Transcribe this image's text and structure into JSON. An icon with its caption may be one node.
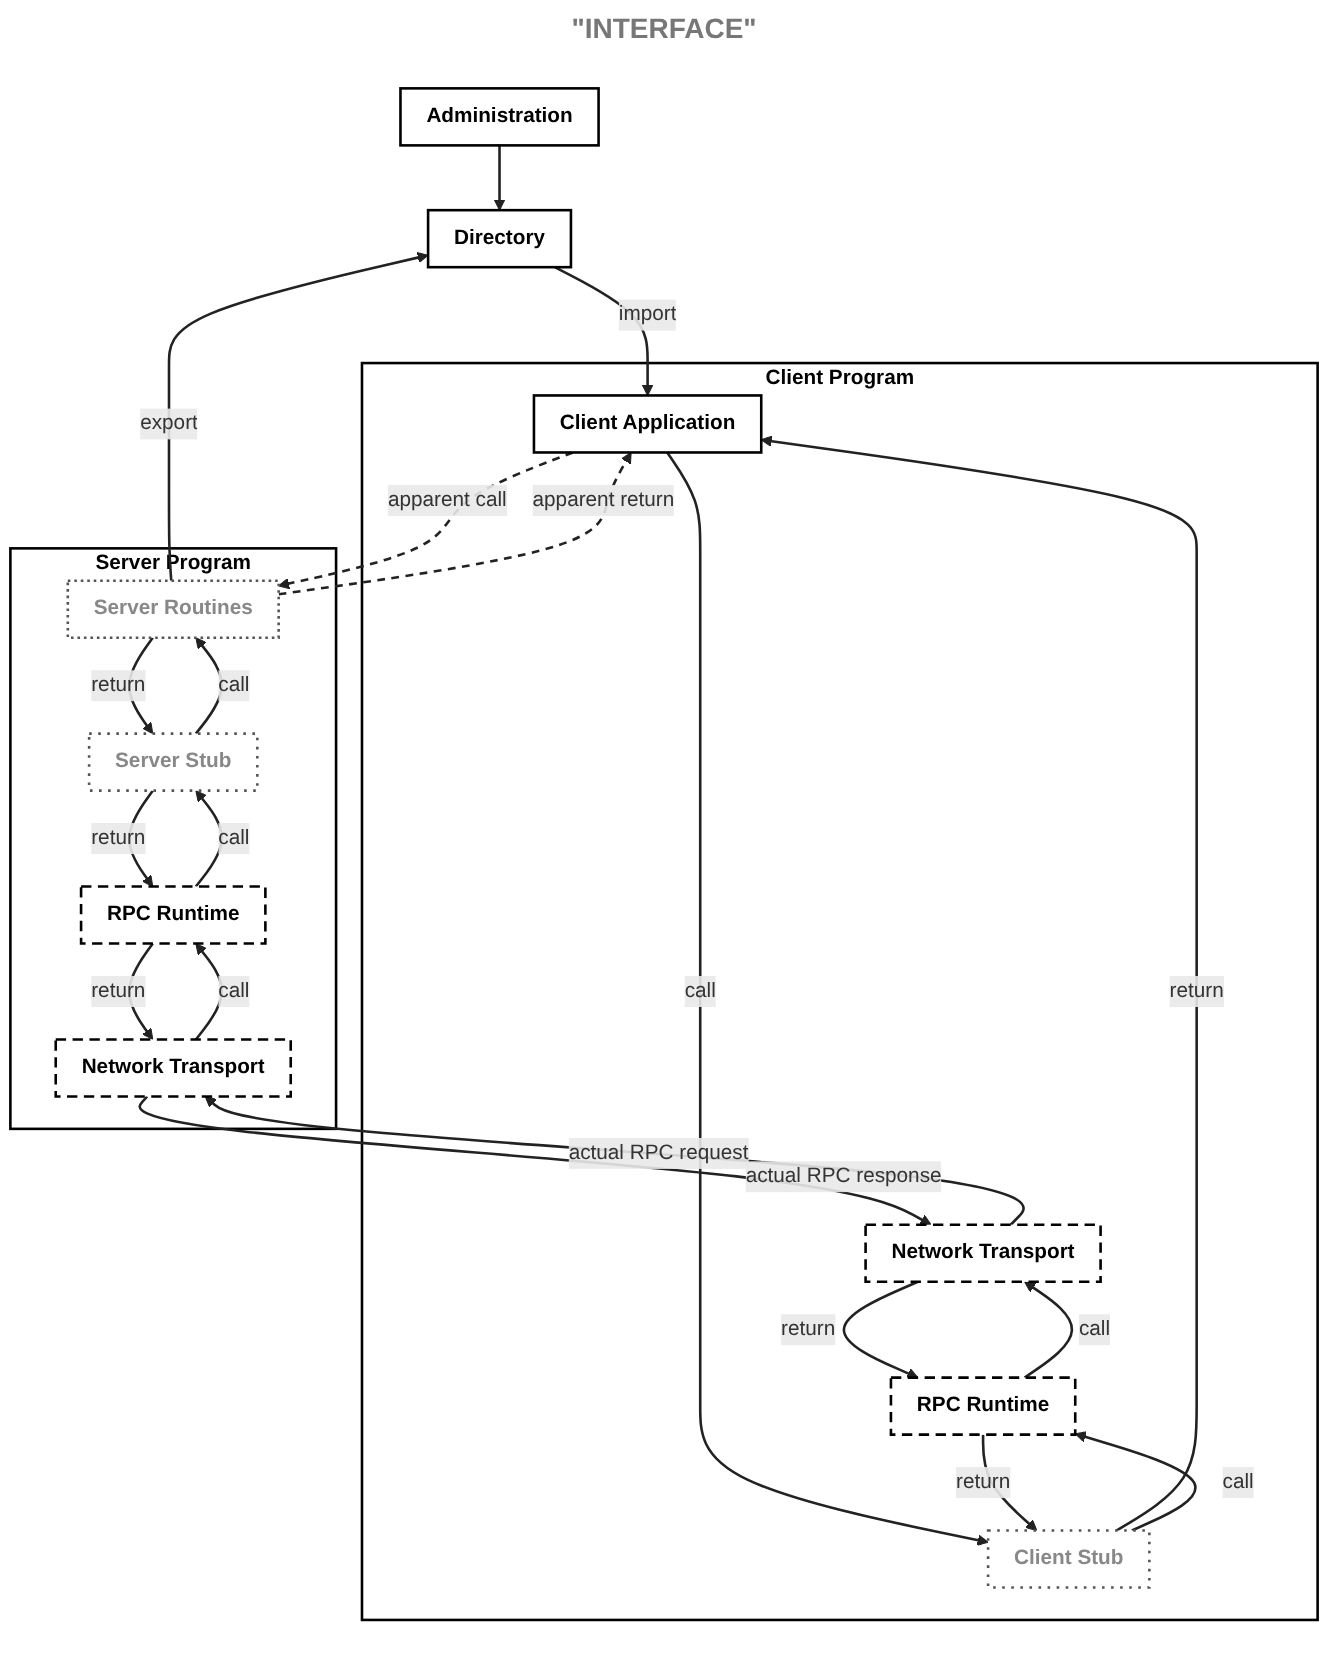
{
  "diagram": {
    "nodes": [
      {
        "text": [
          "Directory"
        ]
      },
      {
        "text": [
          "Administration"
        ]
      },
      {
        "text": [
          "Client Program"
        ]
      },
      {
        "text": [
          "Client Application"
        ],
        "in": 2
      },
      {
        "text": [
          "Client Stub"
        ],
        "in": 2
      },
      {
        "text": [
          "RPC Runtime"
        ],
        "in": 2
      },
      {
        "text": [
          "Network Transport"
        ],
        "in": 2
      },
      {
        "text": [
          "Server Program"
        ]
      },
      {
        "text": [
          "Server Routines"
        ],
        "in": 7
      },
      {
        "text": [
          "Server Stub"
        ],
        "in": 7
      },
      {
        "text": [
          "RPC Runtime"
        ],
        "in": 7
      },
      {
        "text": [
          "Network Transport"
        ],
        "in": 7
      }
    ],
    "edges": [
      {
        "from": 1,
        "to": 0,
        "arrow": "to"
      },
      {
        "from": 0,
        "to": 3,
        "arrow": "to",
        "label": "import"
      },
      {
        "from": 8,
        "to": 0,
        "arrow": "to",
        "label": "export"
      },
      {
        "from": 3,
        "to": 8,
        "arrow": "to",
        "label": "apparent call",
        "style": "dashed"
      },
      {
        "from": 8,
        "to": 3,
        "arrow": "to",
        "label": "apparent return",
        "style": "dashed"
      },
      {
        "from": 3,
        "to": 4,
        "arrow": "to",
        "label": "call"
      },
      {
        "from": 4,
        "to": 3,
        "arrow": "to",
        "label": "return"
      },
      {
        "from": 4,
        "to": 5,
        "arrow": "to",
        "label": "call"
      },
      {
        "from": 5,
        "to": 4,
        "arrow": "to",
        "label": "return"
      },
      {
        "from": 5,
        "to": 6,
        "arrow": "to",
        "label": "call"
      },
      {
        "from": 6,
        "to": 5,
        "arrow": "to",
        "label": "return"
      },
      {
        "from": 9,
        "to": 8,
        "arrow": "to",
        "label": "call"
      },
      {
        "from": 8,
        "to": 9,
        "arrow": "to",
        "label": "return"
      },
      {
        "from": 10,
        "to": 9,
        "arrow": "to",
        "label": "call"
      },
      {
        "from": 9,
        "to": 10,
        "arrow": "to",
        "label": "return"
      },
      {
        "from": 11,
        "to": 10,
        "arrow": "to",
        "label": "call"
      },
      {
        "from": 10,
        "to": 11,
        "arrow": "to",
        "label": "return"
      },
      {
        "from": 6,
        "to": 11,
        "arrow": "to",
        "label": "actual RPC request"
      },
      {
        "from": 11,
        "to": 6,
        "arrow": "to",
        "label": "actual RPC response"
      }
    ],
    "labels": [
      "\"INTERFACE\""
    ]
  }
}
